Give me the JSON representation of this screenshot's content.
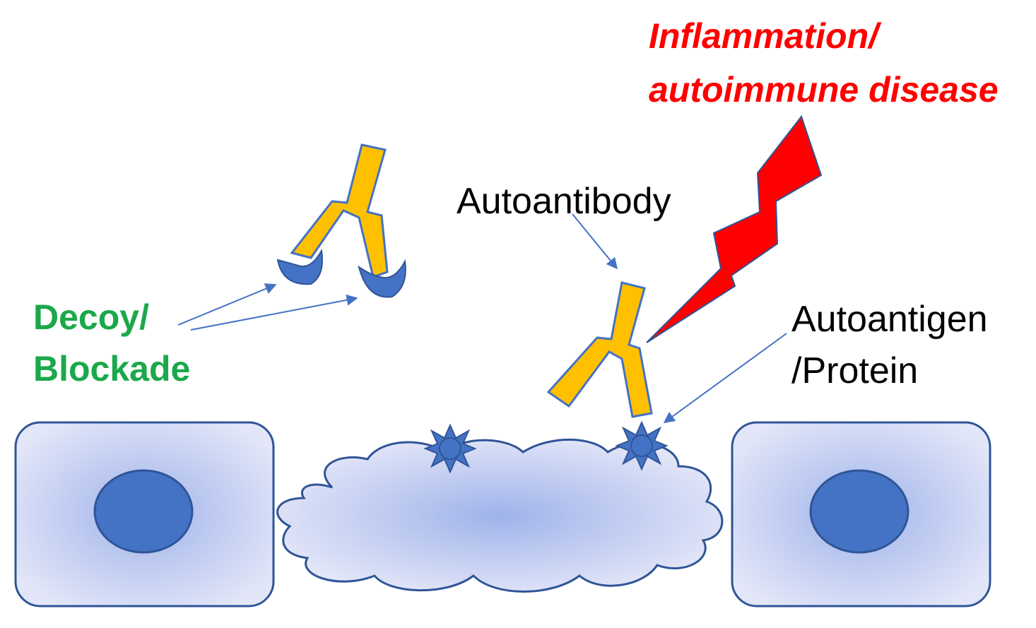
{
  "labels": {
    "inflammation_line1": "Inflammation/",
    "inflammation_line2": "autoimmune disease",
    "autoantibody": "Autoantibody",
    "decoy_line1": "Decoy/",
    "decoy_line2": "Blockade",
    "autoantigen_line1": "Autoantigen",
    "autoantigen_line2": "/Protein"
  },
  "colors": {
    "antibody_fill": "#ffc000",
    "antibody_stroke": "#4472c4",
    "cell_fill": "#d8dcf5",
    "cell_center": "#9fb3ea",
    "cell_stroke": "#2f5597",
    "nucleus": "#4472c4",
    "bolt": "#ff0000",
    "inflammation_text": "#ff0000",
    "decoy_text": "#1ba84b",
    "arrow": "#4472c4"
  },
  "icons": {
    "left_cell": "cell-icon",
    "right_cell": "cell-icon",
    "tissue": "tissue-cloud-icon",
    "antigen": "star-antigen-icon",
    "bolt": "lightning-bolt-icon",
    "antibody": "antibody-icon"
  }
}
